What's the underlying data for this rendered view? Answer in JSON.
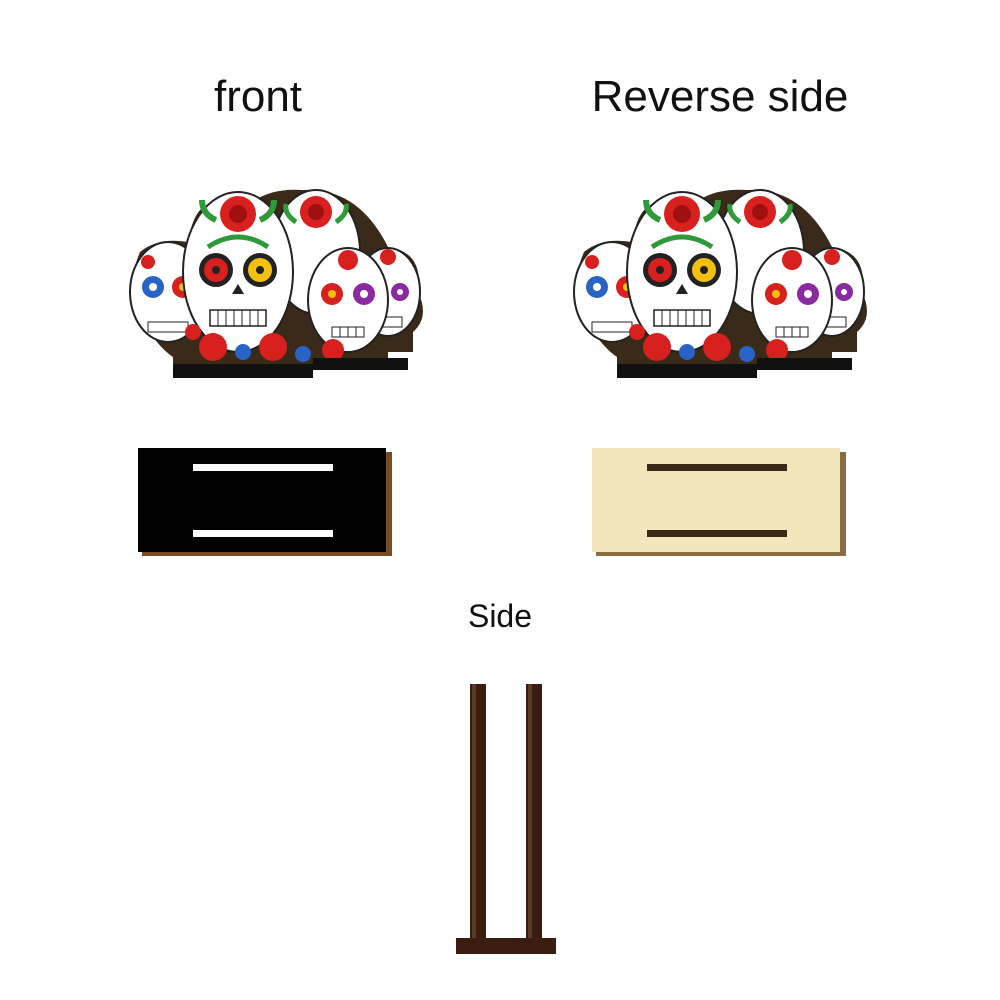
{
  "labels": {
    "front": "front",
    "reverse": "Reverse side",
    "side": "Side"
  },
  "colors": {
    "skull_white": "#ffffff",
    "outline": "#222222",
    "rose_red": "#d8201e",
    "leaf_green": "#2e9a3a",
    "flower_yellow": "#f2c10f",
    "flower_blue": "#2a63c7",
    "flower_purple": "#8a2aa0",
    "base_black": "#000000",
    "base_wood": "#f2e6bc",
    "side_wood": "#3a1c10"
  },
  "icons": [
    "sugar-skull-group",
    "stand-base",
    "side-profile"
  ]
}
